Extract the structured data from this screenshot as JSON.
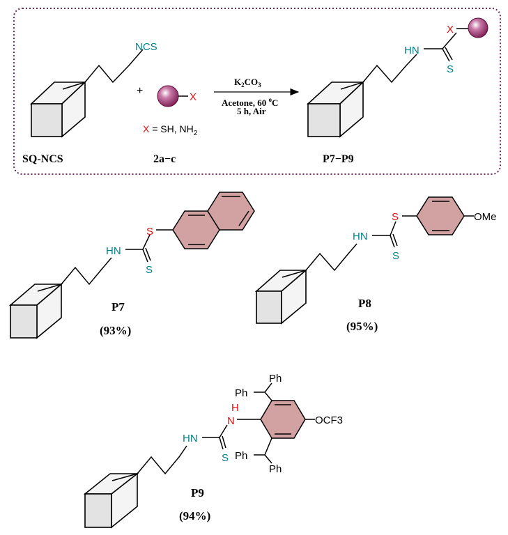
{
  "colors": {
    "teal": "#00808a",
    "red": "#e01010",
    "ring_fill": "#d2a2a2",
    "bead": "#8a1e5c",
    "frame": "#6a2a5a"
  },
  "top_scheme": {
    "reagent_ncs": "NCS",
    "plus": "+",
    "x_atom": "X",
    "x_definition_prefix": "X",
    "x_definition_rest": " = SH, NH",
    "x_definition_sub": "2",
    "arrow_top_k": "K",
    "arrow_top_sub": "2",
    "arrow_top_co": "CO",
    "arrow_top_sub2": "3",
    "arrow_line1": "Acetone, 60 ",
    "arrow_line1_sup": "o",
    "arrow_line1_end": "C",
    "arrow_line2": "5 h, Air",
    "product_hn": "HN",
    "product_x": "X",
    "product_s": "S",
    "label_sq": "SQ-NCS",
    "label_2": "2a−c",
    "label_p": "P7−P9"
  },
  "p7": {
    "hn": "HN",
    "s_link": "S",
    "s_thione": "S",
    "name": "P7",
    "yield": "(93%)"
  },
  "p8": {
    "hn": "HN",
    "s_link": "S",
    "s_thione": "S",
    "ome": "OMe",
    "name": "P8",
    "yield": "(95%)"
  },
  "p9": {
    "hn": "HN",
    "h": "H",
    "n": "N",
    "s_thione": "S",
    "ph1": "Ph",
    "ph2": "Ph",
    "ph3": "Ph",
    "ph4": "Ph",
    "ocf3": "OCF3",
    "name": "P9",
    "yield": "(94%)"
  }
}
